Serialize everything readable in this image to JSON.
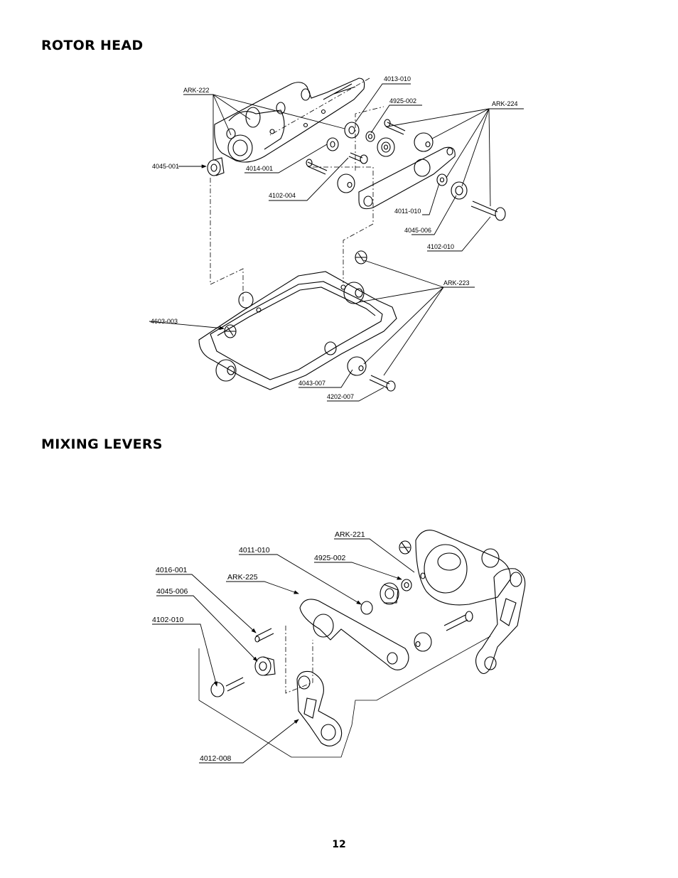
{
  "sections": [
    {
      "title": "ROTOR HEAD",
      "labels": {
        "ark_222": "ARK-222",
        "p4013_010": "4013-010",
        "p4925_002": "4925-002",
        "ark_224": "ARK-224",
        "p4045_001": "4045-001",
        "p4014_001": "4014-001",
        "p4102_004": "4102-004",
        "p4011_010": "4011-010",
        "p4045_006": "4045-006",
        "p4102_010": "4102-010",
        "ark_223": "ARK-223",
        "p4603_003": "4603-003",
        "p4043_007": "4043-007",
        "p4202_007": "4202-007"
      }
    },
    {
      "title": "MIXING LEVERS",
      "labels": {
        "ark_221": "ARK-221",
        "p4011_010": "4011-010",
        "p4925_002": "4925-002",
        "p4016_001": "4016-001",
        "ark_225": "ARK-225",
        "p4045_006": "4045-006",
        "p4102_010": "4102-010",
        "p4012_008": "4012-008"
      }
    }
  ],
  "page_number": "12"
}
